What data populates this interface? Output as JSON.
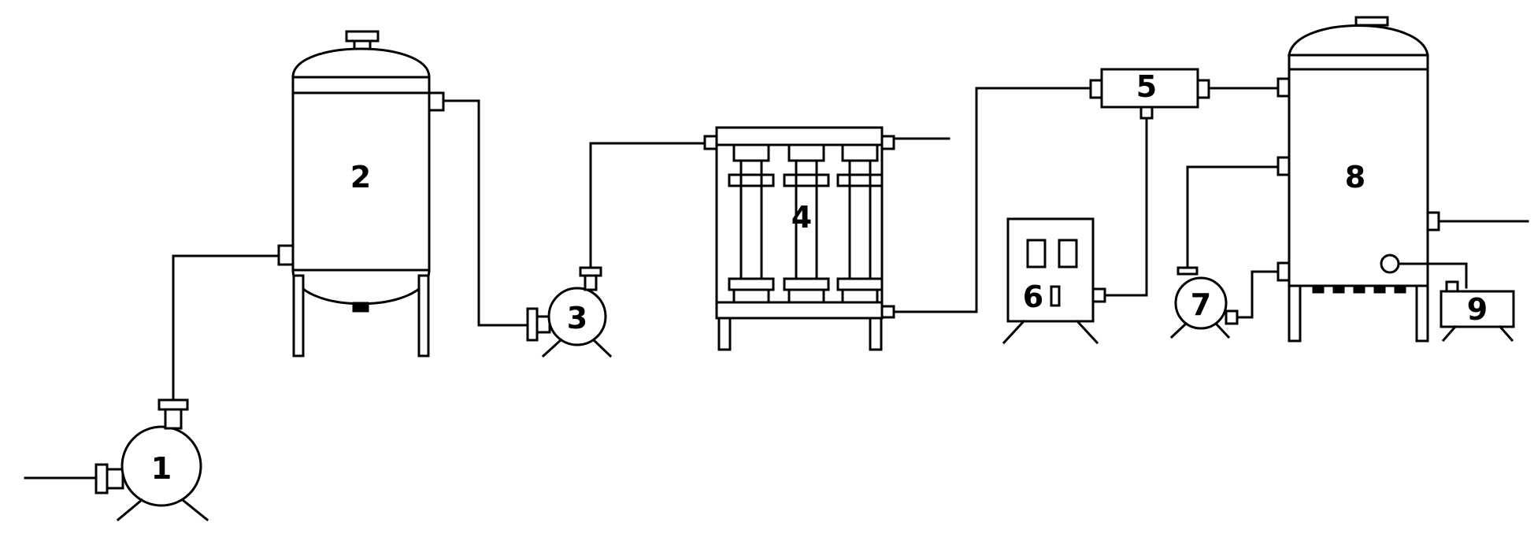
{
  "diagram": {
    "type": "process-flow-schematic",
    "labels": {
      "pump_1": "1",
      "tank_2": "2",
      "pump_3": "3",
      "filter_4": "4",
      "unit_5": "5",
      "cabinet_6": "6",
      "pump_7": "7",
      "tank_8": "8",
      "pump_9": "9"
    }
  }
}
